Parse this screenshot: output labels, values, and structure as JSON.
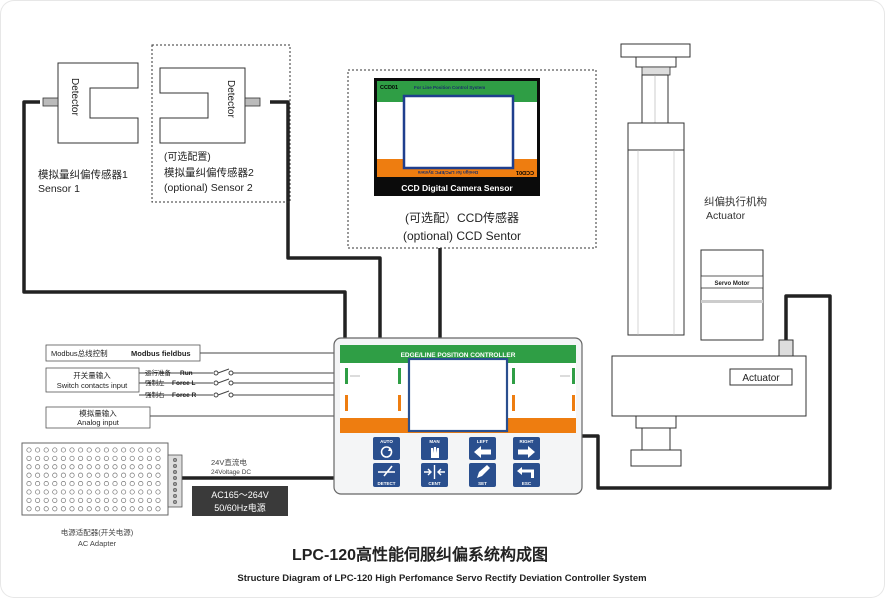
{
  "sensors": {
    "sensor1": {
      "device_label": "Detector",
      "cn": "模拟量纠偏传感器1",
      "en": "Sensor 1"
    },
    "sensor2": {
      "device_label": "Detector",
      "optional_cn": "(可选配置)",
      "cn": "模拟量纠偏传感器2",
      "en": "(optional) Sensor 2"
    }
  },
  "ccd": {
    "code_left": "CCD01",
    "code_right": "CCD01",
    "header": "For Line Position Control System",
    "footer_mirrored": "Design for LPC/EPC System",
    "caption": "CCD Digital Camera Sensor",
    "label_cn": "(可选配）CCD传感器",
    "label_en": "(optional) CCD Sentor"
  },
  "actuator": {
    "label_cn": "纠偏执行机构",
    "label_en": "Actuator",
    "motor_label": "Servo Motor",
    "plate_label": "Actuator"
  },
  "controller": {
    "title": "EDGE/LINE POSITION CONTROLLER",
    "buttons": [
      {
        "top": "AUTO",
        "bottom": "DETECT"
      },
      {
        "top": "MAN",
        "bottom": "CENT"
      },
      {
        "top": "LEFT",
        "bottom": "SET"
      },
      {
        "top": "RIGHT",
        "bottom": "ESC"
      }
    ]
  },
  "inputs": {
    "modbus_cn": "Modbus总线控制",
    "modbus_en": "Modbus fieldbus",
    "switch_cn": "开关量输入",
    "switch_en": "Switch contacts input",
    "switches": [
      {
        "cn": "运行准备",
        "en": "Run"
      },
      {
        "cn": "强制左",
        "en": "Force L"
      },
      {
        "cn": "强制右",
        "en": "Force R"
      }
    ],
    "analog_cn": "模拟量输入",
    "analog_en": "Analog input"
  },
  "power": {
    "dc_cn": "24V直流电",
    "dc_en": "24Voltage DC",
    "ac_line1": "AC165～264V",
    "ac_line2": "50/60Hz电源",
    "adapter_cn": "电源适配器(开关电源)",
    "adapter_en": "AC Adapter"
  },
  "titles": {
    "main_cn": "LPC-120高性能伺服纠偏系统构成图",
    "main_en": "Structure Diagram of  LPC-120 High Perfomance Servo Rectify Deviation Controller System"
  },
  "colors": {
    "green": "#2f9e45",
    "orange": "#ee7d10",
    "ccd_black": "#0b0b0b",
    "ccd_blue": "#1f3f8e",
    "button_blue": "#2a4f8e",
    "wire": "#222222",
    "power_box": "#3a3a3a"
  }
}
